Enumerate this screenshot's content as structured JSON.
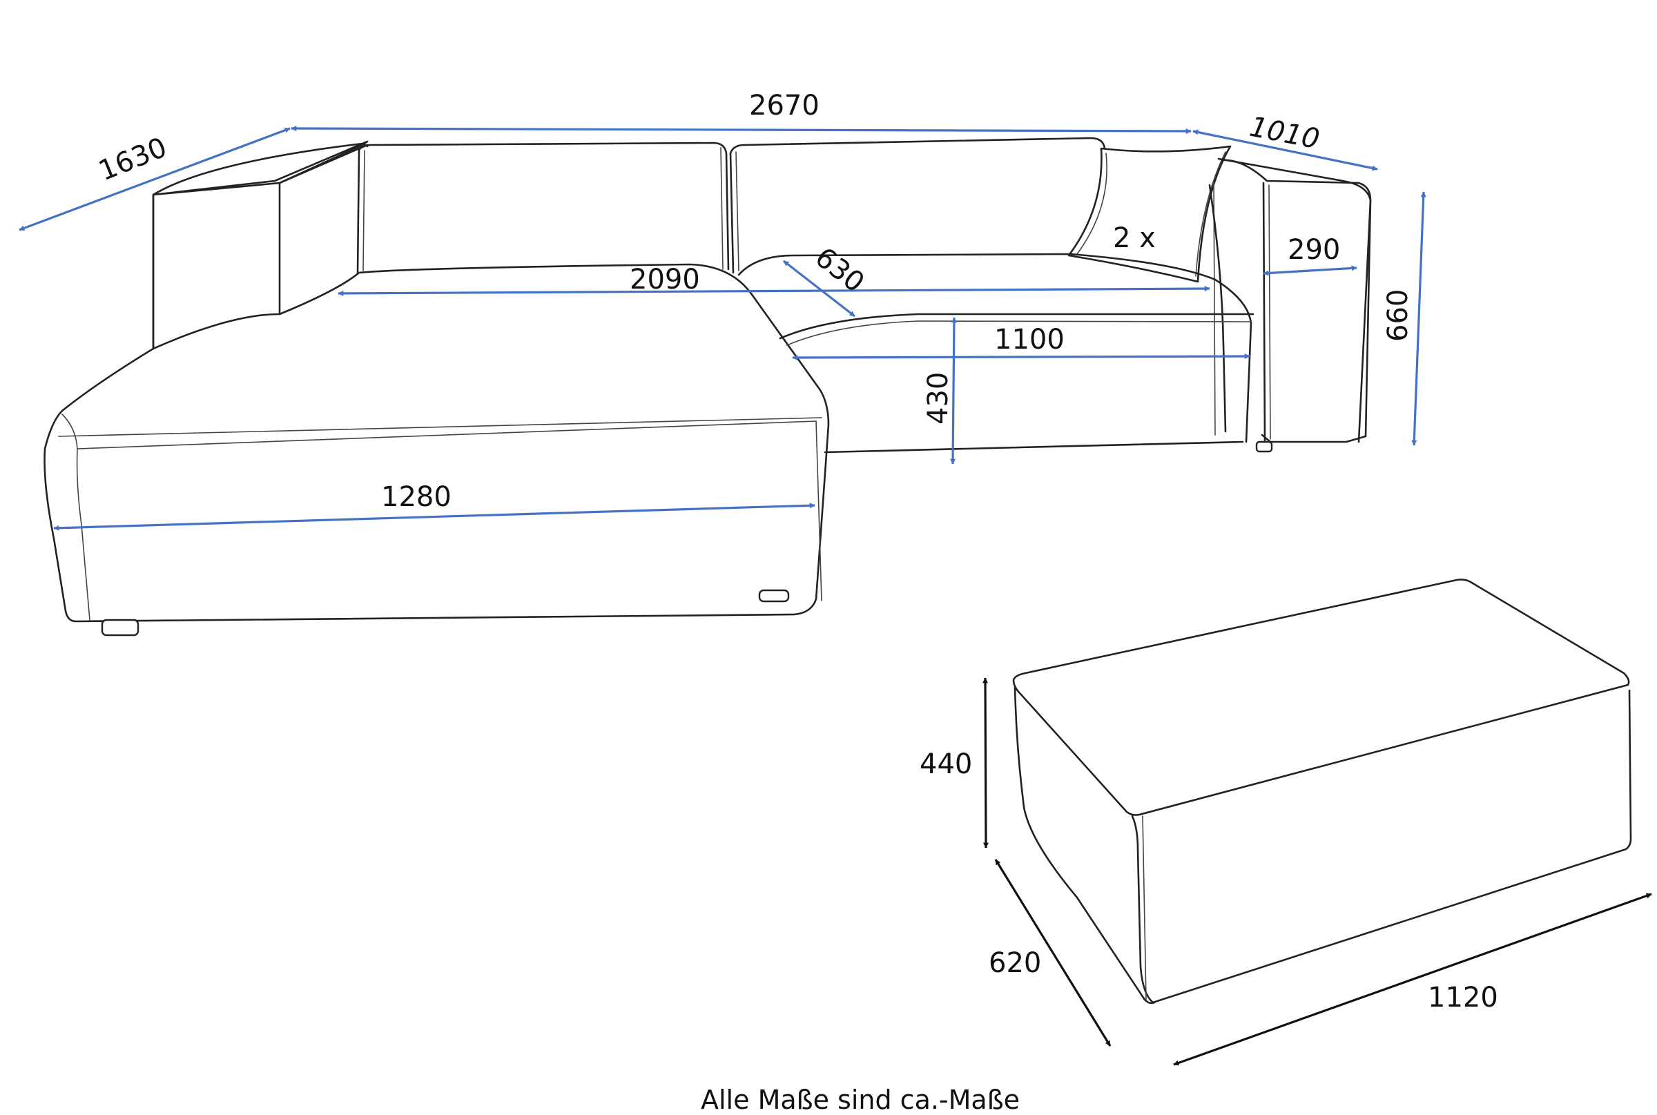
{
  "colors": {
    "dimension_blue": "#4472c4",
    "dimension_black": "#111111",
    "outline": "#222222",
    "background": "#ffffff"
  },
  "sofa": {
    "cushion_note": "2 x",
    "dims": {
      "depth_total": "1630",
      "width_total": "2670",
      "right_depth": "1010",
      "seat_width": "2090",
      "seat_depth": "630",
      "armrest_width": "290",
      "height": "660",
      "seat_width_right": "1100",
      "seat_height": "430",
      "chaise_width": "1280"
    }
  },
  "ottoman": {
    "dims": {
      "height": "440",
      "depth": "620",
      "width": "1120"
    }
  },
  "caption": "Alle Maße sind ca.-Maße"
}
